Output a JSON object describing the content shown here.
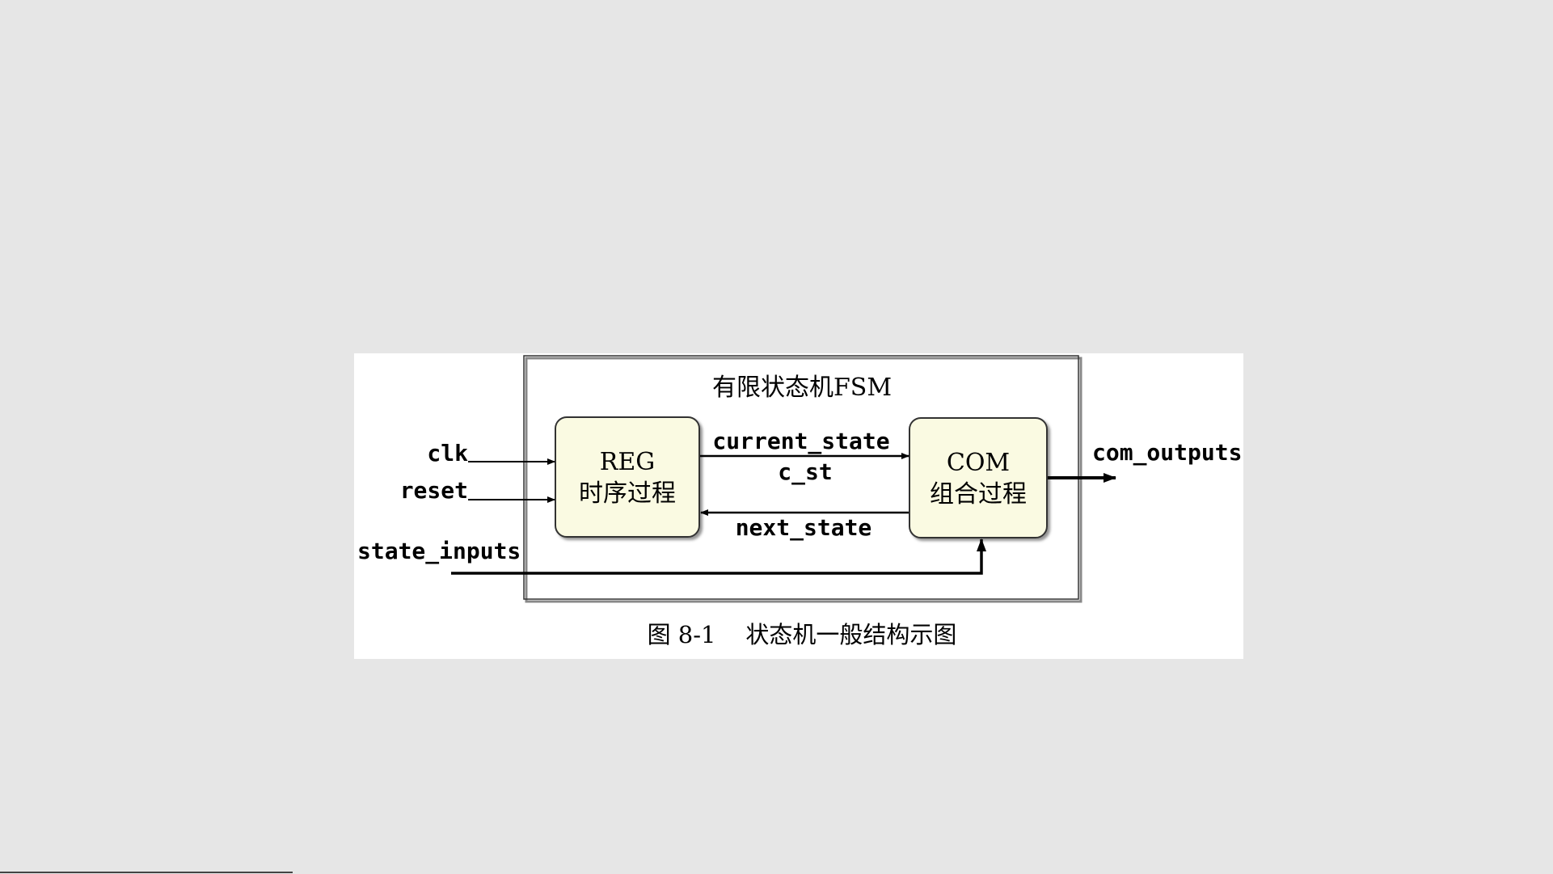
{
  "diagram": {
    "title": "有限状态机FSM",
    "reg_block": {
      "line1": "REG",
      "line2": "时序过程"
    },
    "com_block": {
      "line1": "COM",
      "line2": "组合过程"
    },
    "signals": {
      "clk": "clk",
      "reset": "reset",
      "state_inputs": "state_inputs",
      "current_state": "current_state",
      "c_st": "c_st",
      "next_state": "next_state",
      "com_outputs": "com_outputs"
    },
    "caption": "图 8-1    状态机一般结构示图",
    "colors": {
      "block_fill": "#fafae2",
      "background": "#e6e6e6",
      "panel": "#ffffff"
    }
  }
}
